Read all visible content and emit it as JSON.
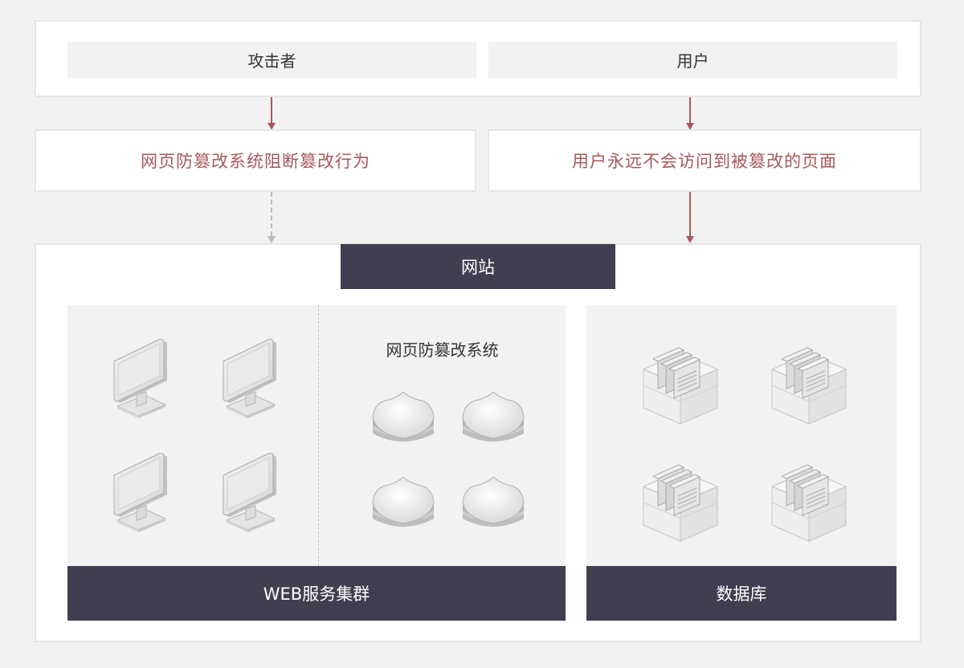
{
  "top": {
    "attacker_label": "攻击者",
    "user_label": "用户"
  },
  "middle": {
    "block_text": "网页防篡改系统阻断篡改行为",
    "user_text": "用户永远不会访问到被篡改的页面"
  },
  "website": {
    "title": "网站",
    "web_cluster": {
      "footer_label": "WEB服务集群",
      "system_label": "网页防篡改系统",
      "monitor_icon": "monitor-icon",
      "shield_icon": "shield-icon"
    },
    "database": {
      "footer_label": "数据库",
      "icon": "server-rack-icon"
    }
  },
  "colors": {
    "accent_red": "#a8585a",
    "dark_bar": "#423e4f",
    "dashed_arrow": "#bbbbbb"
  }
}
